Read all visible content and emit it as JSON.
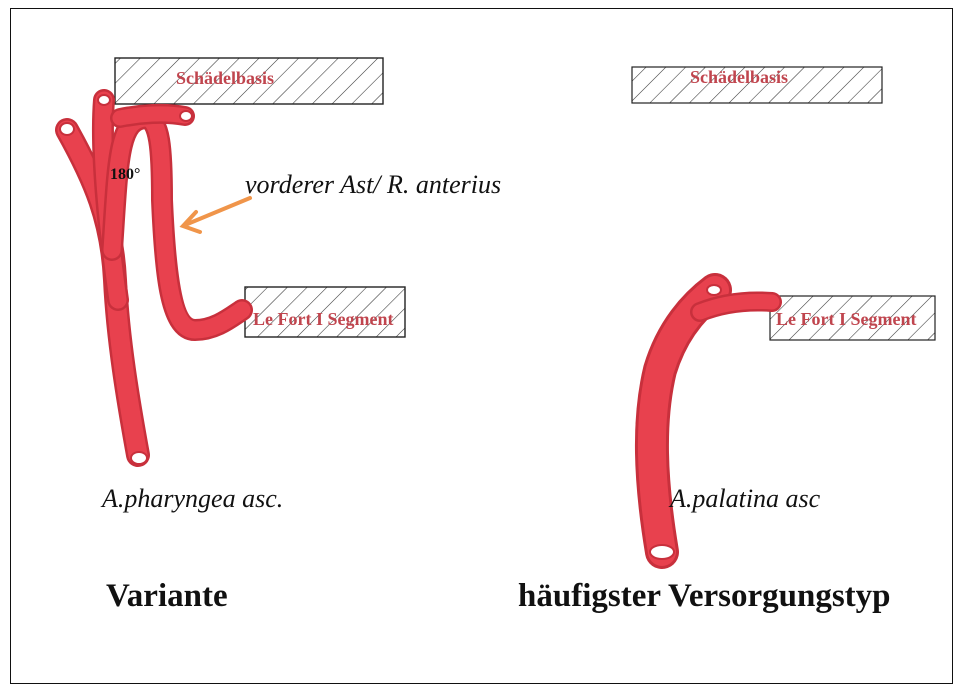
{
  "left_panel": {
    "skull_base_label": "Schädelbasis",
    "segment_label": "Le Fort I Segment",
    "angle_label": "180°",
    "branch_label": "vorderer Ast/ R. anterius",
    "artery_label": "A.pharyngea asc.",
    "caption": "Variante"
  },
  "right_panel": {
    "skull_base_label": "Schädelbasis",
    "segment_label": "Le Fort I Segment",
    "artery_label": "A.palatina asc",
    "caption": "häufigster Versorgungstyp"
  },
  "colors": {
    "vessel": "#e8414e",
    "vessel_dark": "#c8303c",
    "bone_label": "#c0454e",
    "arrow": "#f0954a"
  }
}
